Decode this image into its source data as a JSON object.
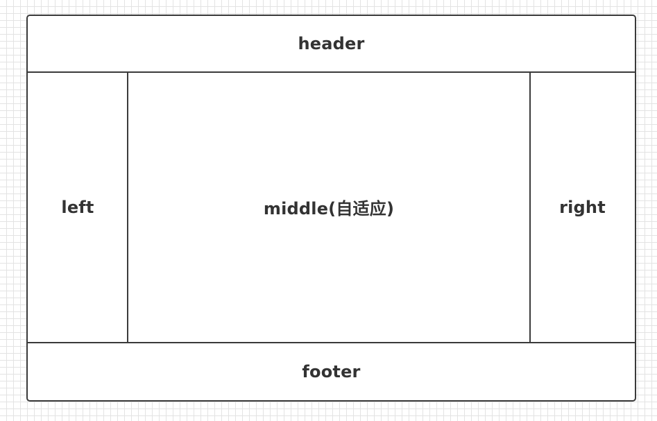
{
  "regions": {
    "header": "header",
    "left": "left",
    "middle": "middle(自适应)",
    "right": "right",
    "footer": "footer"
  },
  "colors": {
    "border": "#3a3a3a",
    "text": "#333333",
    "grid": "#e3e3e3",
    "background": "#ffffff"
  }
}
